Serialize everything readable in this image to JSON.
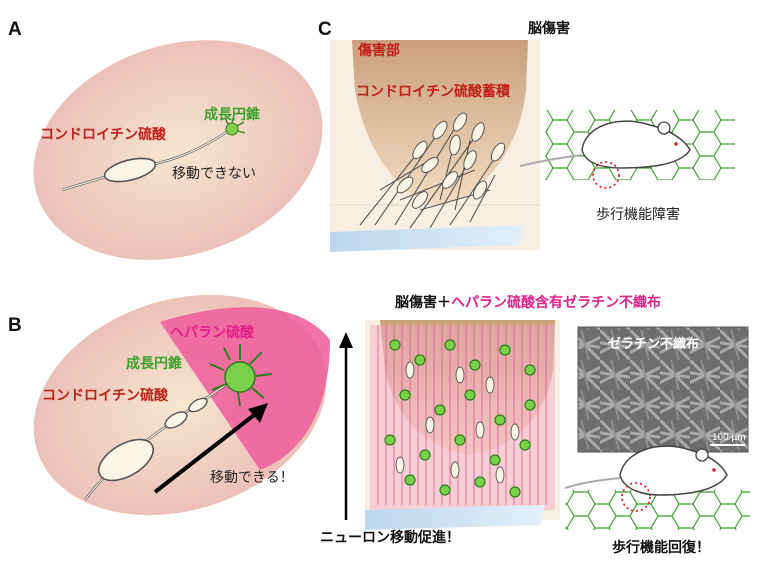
{
  "panels": {
    "a": "A",
    "b": "B",
    "c": "C"
  },
  "panel_a": {
    "chondroitin": "コンドロイチン硫酸",
    "growth_cone": "成長円錐",
    "cannot_move": "移動できない"
  },
  "panel_b": {
    "heparan": "ヘパラン硫酸",
    "growth_cone": "成長円錐",
    "chondroitin": "コンドロイチン硫酸",
    "can_move": "移動できる！"
  },
  "panel_c_top": {
    "title": "脳傷害",
    "injury_site": "傷害部",
    "accumulation": "コンドロイチン硫酸蓄積",
    "walking_impaired": "歩行機能障害"
  },
  "panel_c_bottom": {
    "title_black": "脳傷害＋",
    "title_pink": "ヘパラン硫酸含有ゼラチン不織布",
    "sem_label": "ゼラチン不織布",
    "scale_bar": "100 µm",
    "migration": "ニューロン移動促進！",
    "walking_recovered": "歩行機能回復！"
  },
  "colors": {
    "pink_bg": "#f3c9c0",
    "beige_bg": "#f6ead2",
    "heparan_pink": "#ee5c9a",
    "text_red": "#c0201a",
    "text_green": "#3aa12a",
    "text_pink": "#e0208a",
    "mesh_green": "#3aa12a",
    "blue_tissue": "#cfe3f3"
  }
}
